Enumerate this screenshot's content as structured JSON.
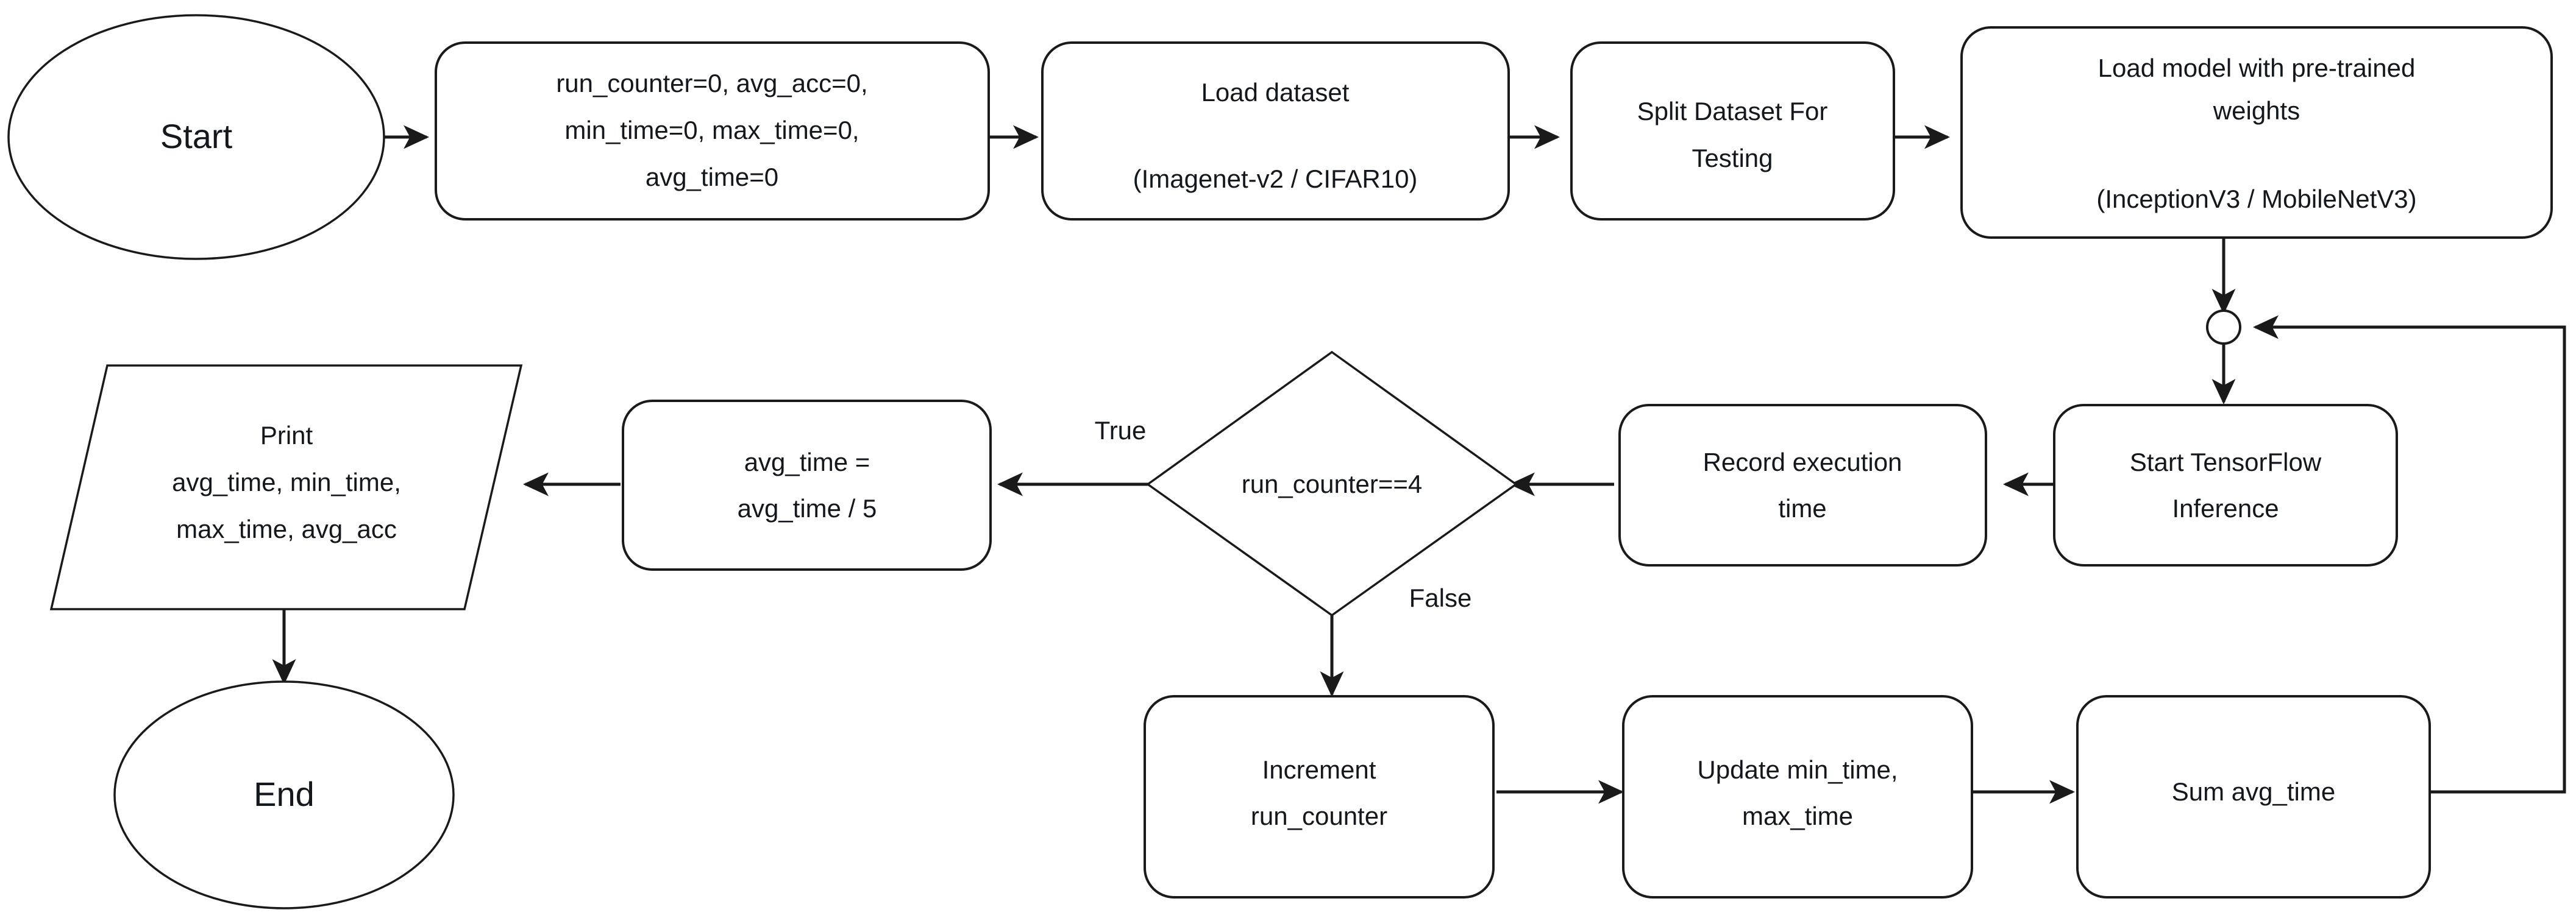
{
  "diagram": {
    "type": "flowchart",
    "title": "TensorFlow inference benchmarking flowchart",
    "background_color": "#ffffff",
    "stroke_color": "#1a1a1a",
    "text_color": "#14171c"
  },
  "nodes": {
    "start": {
      "shape": "ellipse",
      "label": "Start"
    },
    "init": {
      "shape": "rounded-rect",
      "line1": "run_counter=0, avg_acc=0,",
      "line2": "min_time=0, max_time=0,",
      "line3": "avg_time=0"
    },
    "load_dataset": {
      "shape": "rounded-rect",
      "line1": "Load dataset",
      "line2": "(Imagenet-v2 / CIFAR10)"
    },
    "split_dataset": {
      "shape": "rounded-rect",
      "line1": "Split Dataset For",
      "line2": "Testing"
    },
    "load_model": {
      "shape": "rounded-rect",
      "line1": "Load model with pre-trained",
      "line2": "weights",
      "line3": "(InceptionV3 / MobileNetV3)"
    },
    "merge": {
      "shape": "circle-connector",
      "label": ""
    },
    "start_inference": {
      "shape": "rounded-rect",
      "line1": "Start TensorFlow",
      "line2": "Inference"
    },
    "record_time": {
      "shape": "rounded-rect",
      "line1": "Record execution",
      "line2": "time"
    },
    "decision": {
      "shape": "diamond",
      "label": "run_counter==4"
    },
    "avg_calc": {
      "shape": "rounded-rect",
      "line1": "avg_time =",
      "line2": "avg_time / 5"
    },
    "print": {
      "shape": "parallelogram",
      "line1": "Print",
      "line2": "avg_time, min_time,",
      "line3": "max_time, avg_acc"
    },
    "end": {
      "shape": "ellipse",
      "label": "End"
    },
    "increment": {
      "shape": "rounded-rect",
      "line1": "Increment",
      "line2": "run_counter"
    },
    "update_minmax": {
      "shape": "rounded-rect",
      "line1": "Update min_time,",
      "line2": "max_time"
    },
    "sum_avg": {
      "shape": "rounded-rect",
      "line1": "Sum avg_time"
    }
  },
  "edge_labels": {
    "true_branch": "True",
    "false_branch": "False"
  }
}
